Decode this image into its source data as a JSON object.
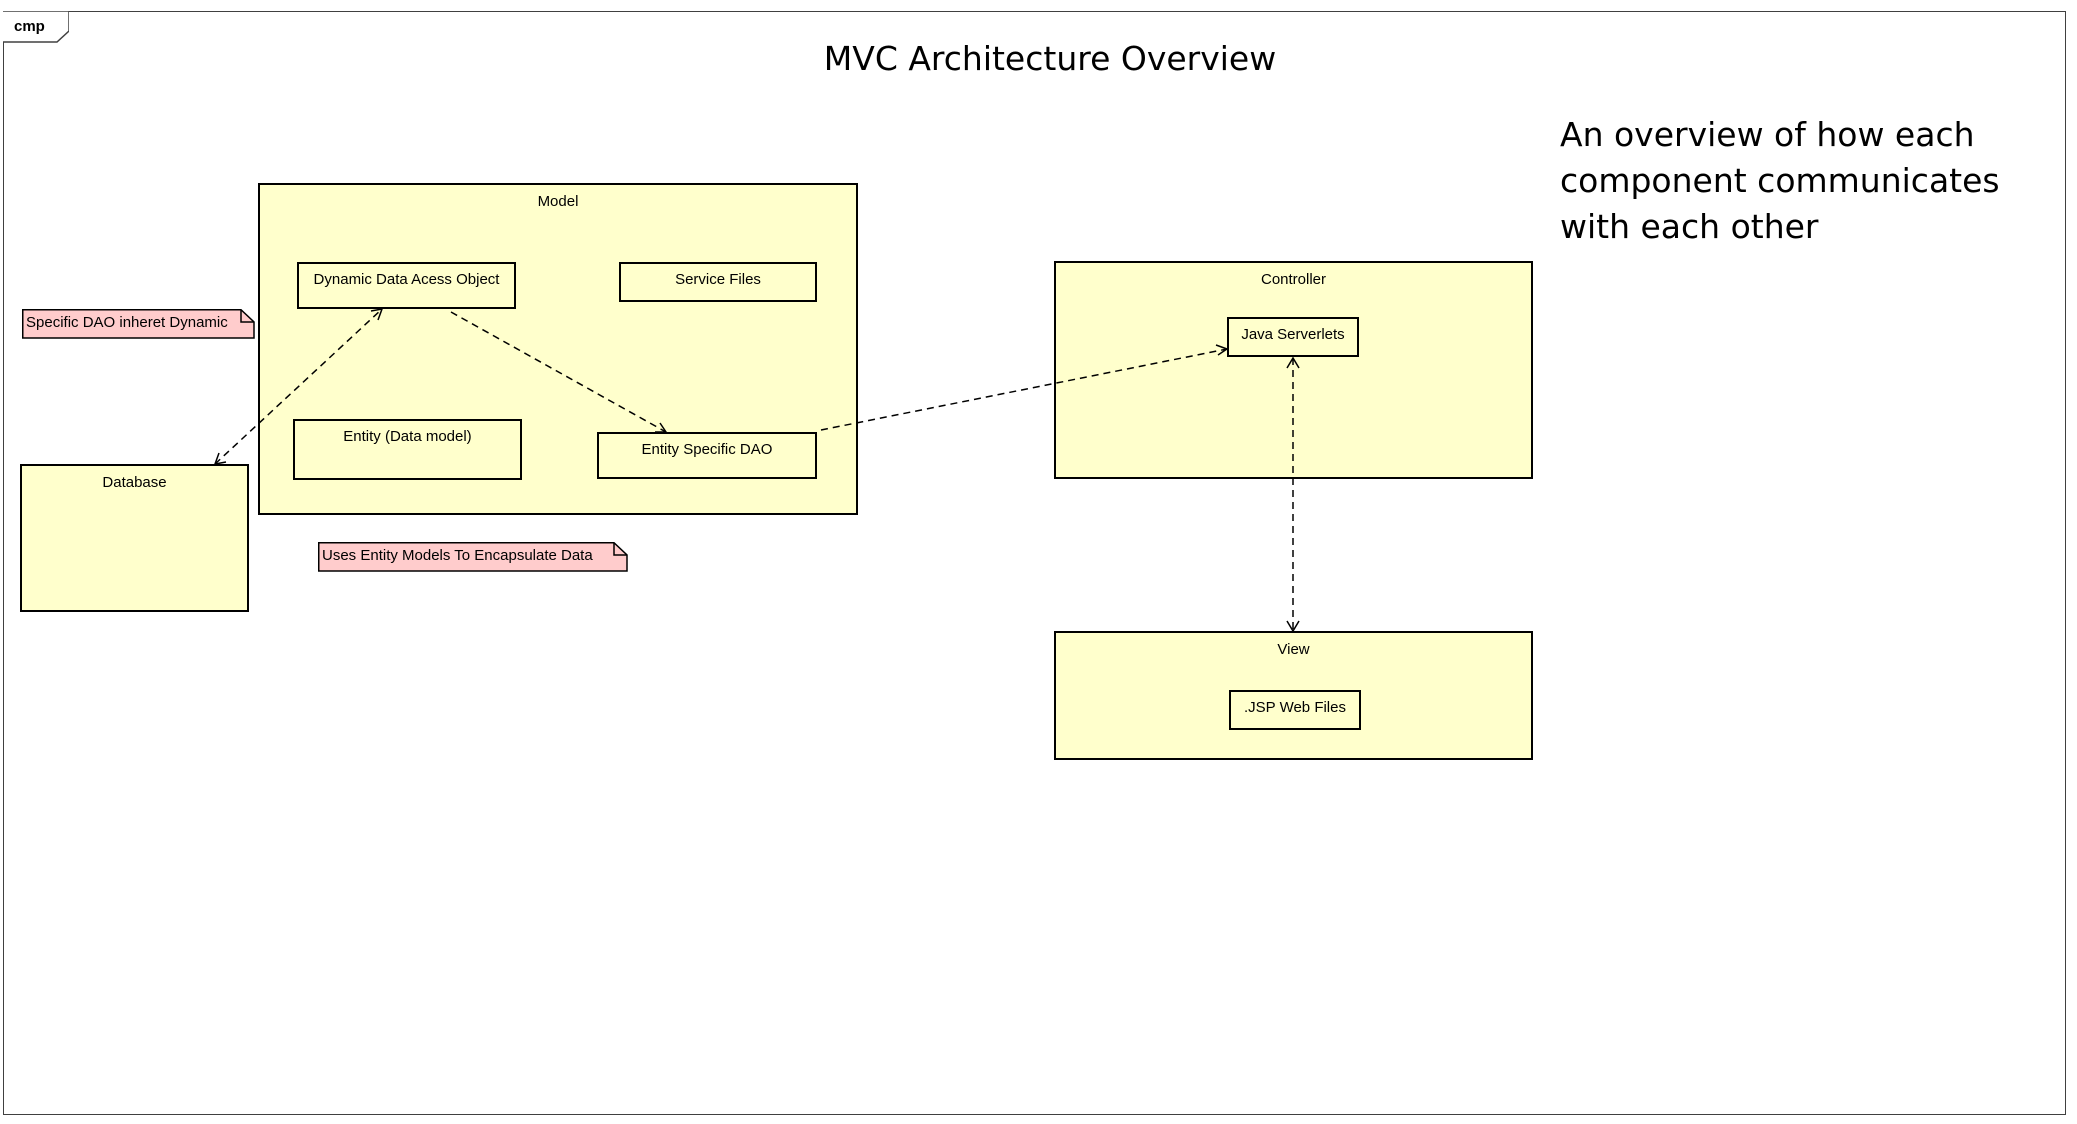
{
  "frame": {
    "tab_label": "cmp"
  },
  "title": "MVC Architecture Overview",
  "description": "An overview of how each component communicates with each other",
  "components": {
    "model": {
      "label": "Model",
      "dynamic_dao": "Dynamic Data Acess Object",
      "service_files": "Service Files",
      "entity": "Entity (Data model)",
      "entity_dao": "Entity Specific DAO"
    },
    "controller": {
      "label": "Controller",
      "servlets": "Java Serverlets"
    },
    "view": {
      "label": "View",
      "jsp": ".JSP Web Files"
    },
    "database": {
      "label": "Database"
    }
  },
  "notes": {
    "dao_note": "Specific DAO inheret Dynamic",
    "entity_note": "Uses Entity Models To Encapsulate Data"
  },
  "colors": {
    "component_fill": "#ffffcc",
    "note_fill": "#ffcccc",
    "stroke": "#000000"
  }
}
